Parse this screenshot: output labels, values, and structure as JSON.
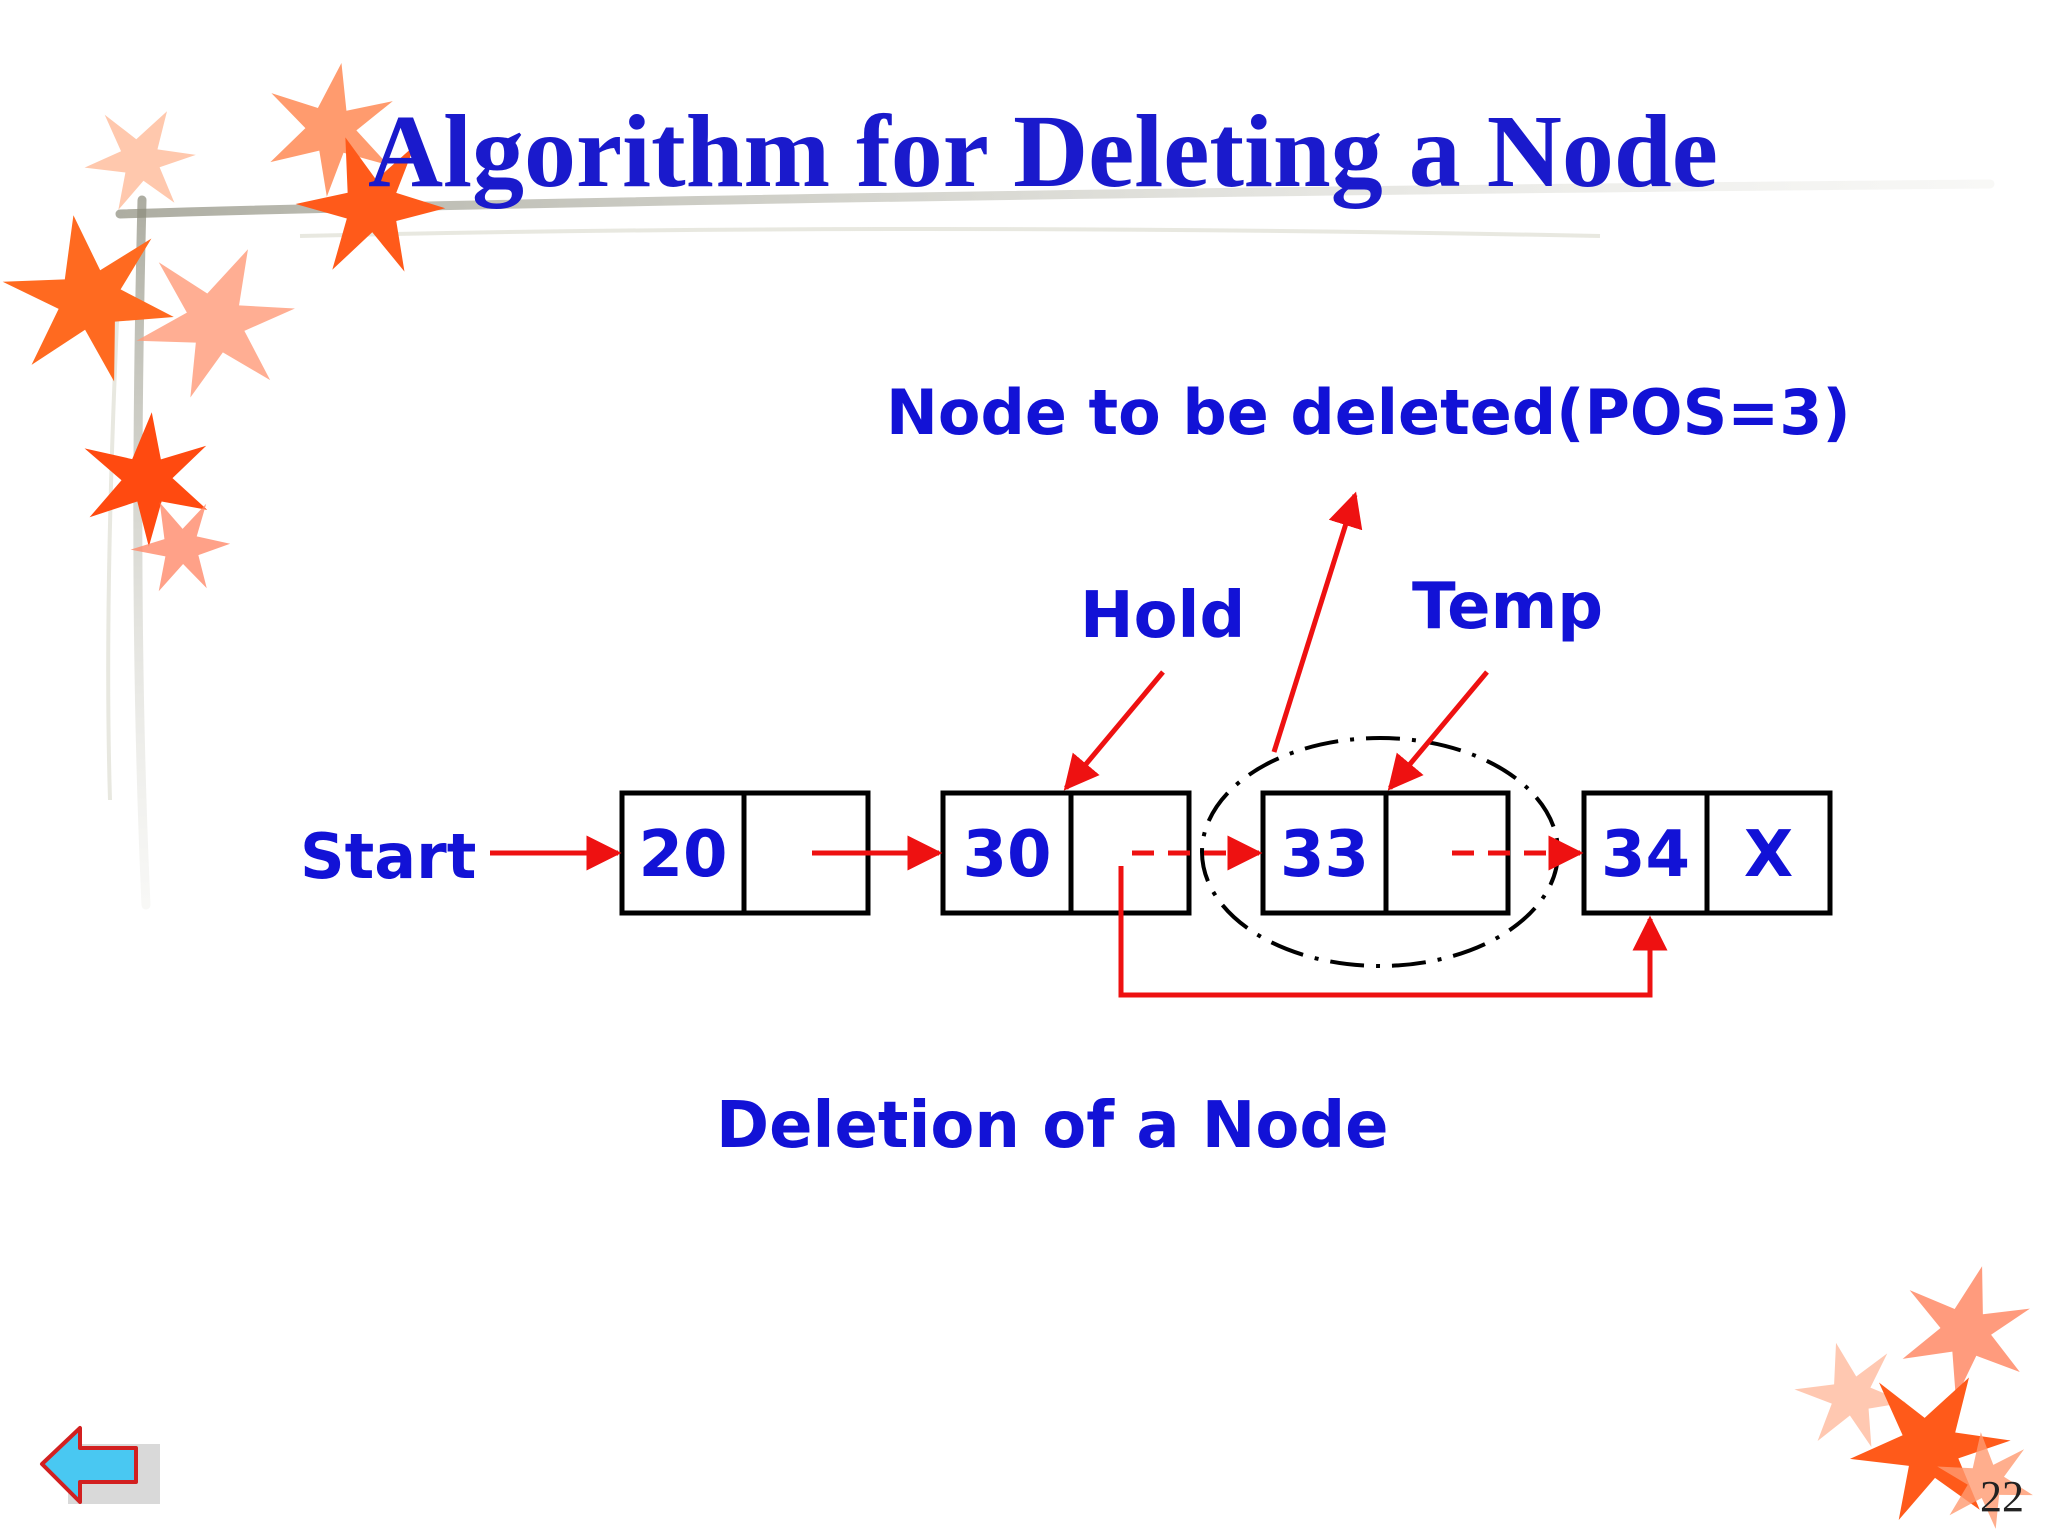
{
  "slide": {
    "title": "Algorithm for Deleting a Node",
    "page_number": "22"
  },
  "diagram": {
    "start_label": "Start",
    "hold_label": "Hold",
    "temp_label": "Temp",
    "delete_note": "Node to be deleted(POS=3)",
    "caption": "Deletion of a Node",
    "nodes": [
      {
        "value": "20",
        "link": ""
      },
      {
        "value": "30",
        "link": ""
      },
      {
        "value": "33",
        "link": ""
      },
      {
        "value": "34",
        "link": "X"
      }
    ]
  },
  "colors": {
    "title": "#1a1acc",
    "labels": "#1212d6",
    "arrows": "#ee1111",
    "node_border": "#000000",
    "decoration_leaf": "#ff6a2a"
  },
  "icons": {
    "back": "left-arrow-icon"
  }
}
